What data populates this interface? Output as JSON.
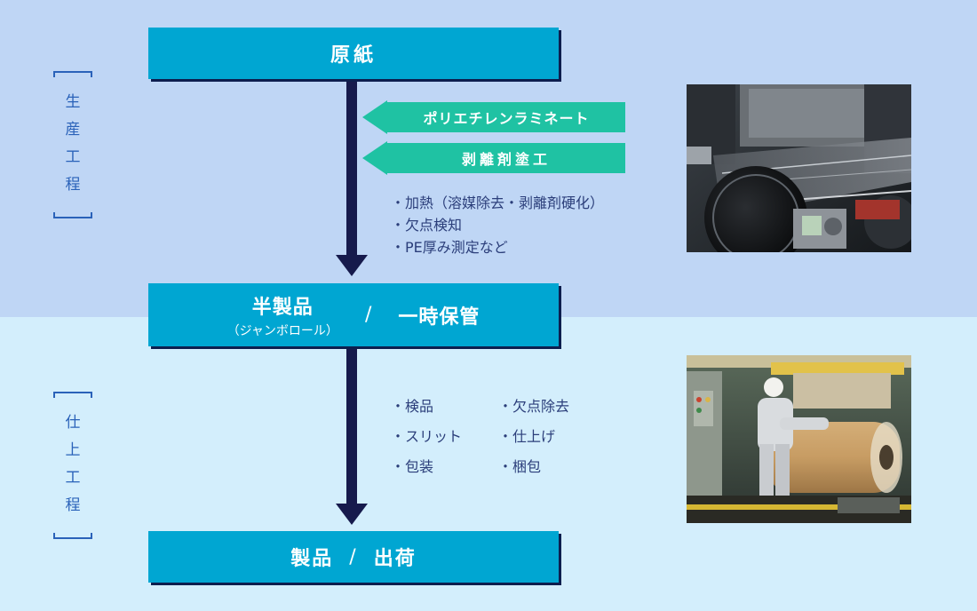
{
  "stages": {
    "production": [
      "生",
      "産",
      "工",
      "程"
    ],
    "finishing": [
      "仕",
      "上",
      "工",
      "程"
    ]
  },
  "boxes": {
    "raw_paper": "原紙",
    "semi_main": "半製品",
    "semi_sub": "（ジャンボロール）",
    "semi_slash": "/",
    "semi_storage": "一時保管",
    "final_product": "製品",
    "final_sep": "/",
    "final_shipping": "出荷"
  },
  "inputs": {
    "polyethylene_laminate": "ポリエチレンラミネート",
    "release_coating": "剥離剤塗工"
  },
  "notes_production": [
    "・加熱（溶媒除去・剥離剤硬化）",
    "・欠点検知",
    "・PE厚み測定など"
  ],
  "notes_finishing_left": [
    "・検品",
    "・スリット",
    "・包装"
  ],
  "notes_finishing_right": [
    "・欠点除去",
    "・仕上げ",
    "・梱包"
  ],
  "colors": {
    "band_top": "#bfd6f5",
    "band_bottom": "#d3eefc",
    "process_box": "#00a6d2",
    "box_shadow": "#0d1e4e",
    "flow_arrow": "#161a4c",
    "input_arrow": "#1fc2a3",
    "stage_label": "#2a62b9",
    "note_text": "#2b3e7a"
  }
}
